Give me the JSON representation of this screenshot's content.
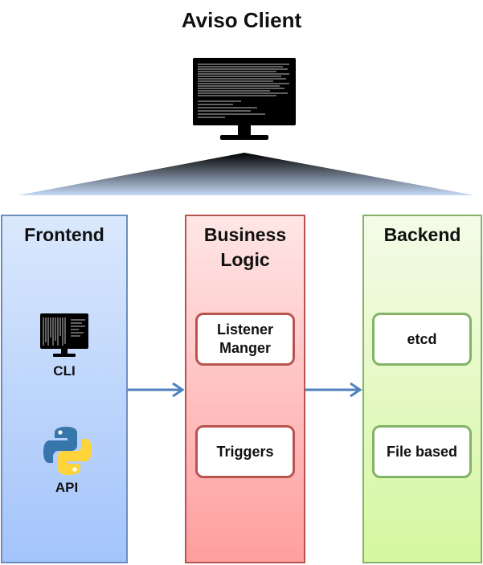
{
  "title": "Aviso Client",
  "columns": [
    {
      "title": "Frontend"
    },
    {
      "title": "Business Logic"
    },
    {
      "title": "Backend"
    }
  ],
  "frontend": {
    "cli_label": "CLI",
    "api_label": "API"
  },
  "business": {
    "boxes": [
      "Listener Manger",
      "Triggers"
    ]
  },
  "backend": {
    "boxes": [
      "etcd",
      "File based"
    ]
  },
  "colors": {
    "frontend_border": "#6c8ebf",
    "business_border": "#b85450",
    "backend_border": "#82b366",
    "arrow": "#4f81bd"
  },
  "icons": [
    "terminal-monitor-icon",
    "python-logo-icon",
    "arrow-right-icon"
  ]
}
